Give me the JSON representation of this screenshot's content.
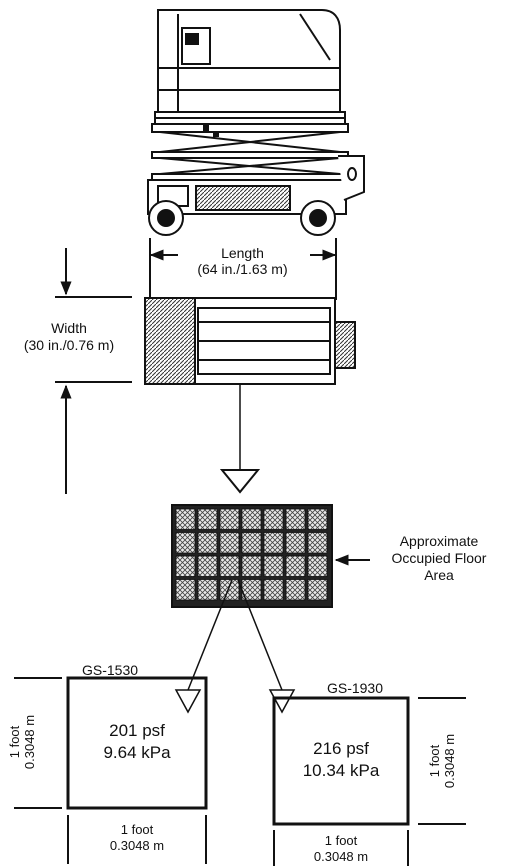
{
  "length_label": {
    "name": "Length",
    "value": "(64 in./1.63 m)"
  },
  "width_label": {
    "name": "Width",
    "value": "(30 in./0.76 m)"
  },
  "floor_area_label": {
    "line1": "Approximate",
    "line2": "Occupied Floor",
    "line3": "Area"
  },
  "models": [
    {
      "name": "GS-1530",
      "pressure_psf": "201 psf",
      "pressure_kpa": "9.64 kPa",
      "side_dim": {
        "line1": "1 foot",
        "line2": "0.3048 m"
      },
      "bottom_dim": {
        "line1": "1 foot",
        "line2": "0.3048 m"
      }
    },
    {
      "name": "GS-1930",
      "pressure_psf": "216 psf",
      "pressure_kpa": "10.34 kPa",
      "side_dim": {
        "line1": "1 foot",
        "line2": "0.3048 m"
      },
      "bottom_dim": {
        "line1": "1 foot",
        "line2": "0.3048 m"
      }
    }
  ]
}
